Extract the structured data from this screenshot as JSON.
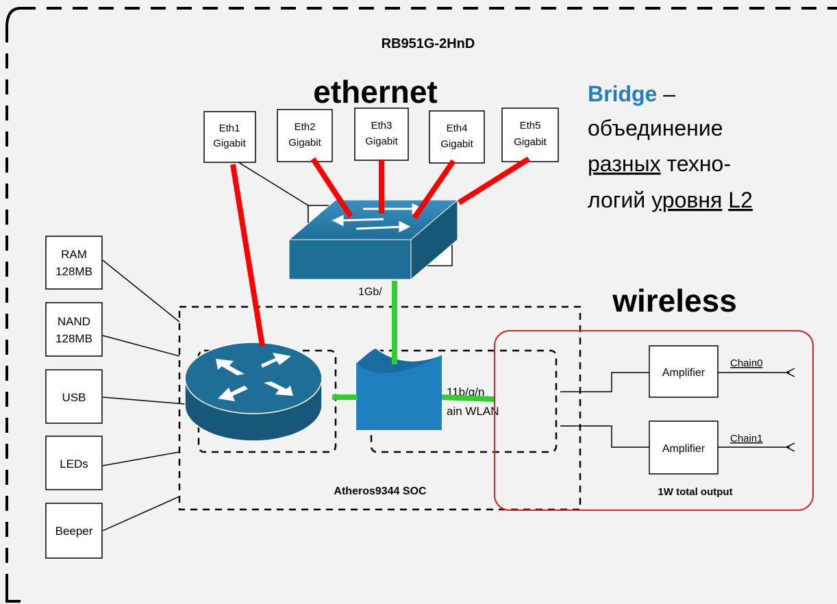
{
  "title": "RB951G-2HnD",
  "ethernet_label": "ethernet",
  "wireless_label": "wireless",
  "bridge_note": {
    "word": "Bridge",
    "dash": " –",
    "line2": "объединение",
    "line3_u": "разных",
    "line3_rest": " техно-",
    "line4_a": "логий ",
    "line4_u1": "уровня",
    "line4_sp": " ",
    "line4_u2": "L2"
  },
  "ports": [
    {
      "name": "Eth1",
      "speed": "Gigabit"
    },
    {
      "name": "Eth2",
      "speed": "Gigabit"
    },
    {
      "name": "Eth3",
      "speed": "Gigabit"
    },
    {
      "name": "Eth4",
      "speed": "Gigabit"
    },
    {
      "name": "Eth5",
      "speed": "Gigabit"
    }
  ],
  "components": [
    {
      "line1": "RAM",
      "line2": "128MB"
    },
    {
      "line1": "NAND",
      "line2": "128MB"
    },
    {
      "line1": "USB",
      "line2": ""
    },
    {
      "line1": "LEDs",
      "line2": ""
    },
    {
      "line1": "Beeper",
      "line2": ""
    }
  ],
  "link_label": "1Gb/",
  "wlan_text": {
    "line1": "11b/g/n",
    "line2": "ain WLAN"
  },
  "soc_label": "Atheros9344 SOC",
  "amplifiers": [
    {
      "label": "Amplifier",
      "chain": "Chain0"
    },
    {
      "label": "Amplifier",
      "chain": "Chain1"
    }
  ],
  "output_label": "1W total output",
  "colors": {
    "ethernet_link": "#ff0000",
    "internal_link": "#33cc33",
    "cisco_blue": "#1f6e97",
    "bridge_word": "#1f7fbf",
    "wireless_frame": "#e02020"
  }
}
